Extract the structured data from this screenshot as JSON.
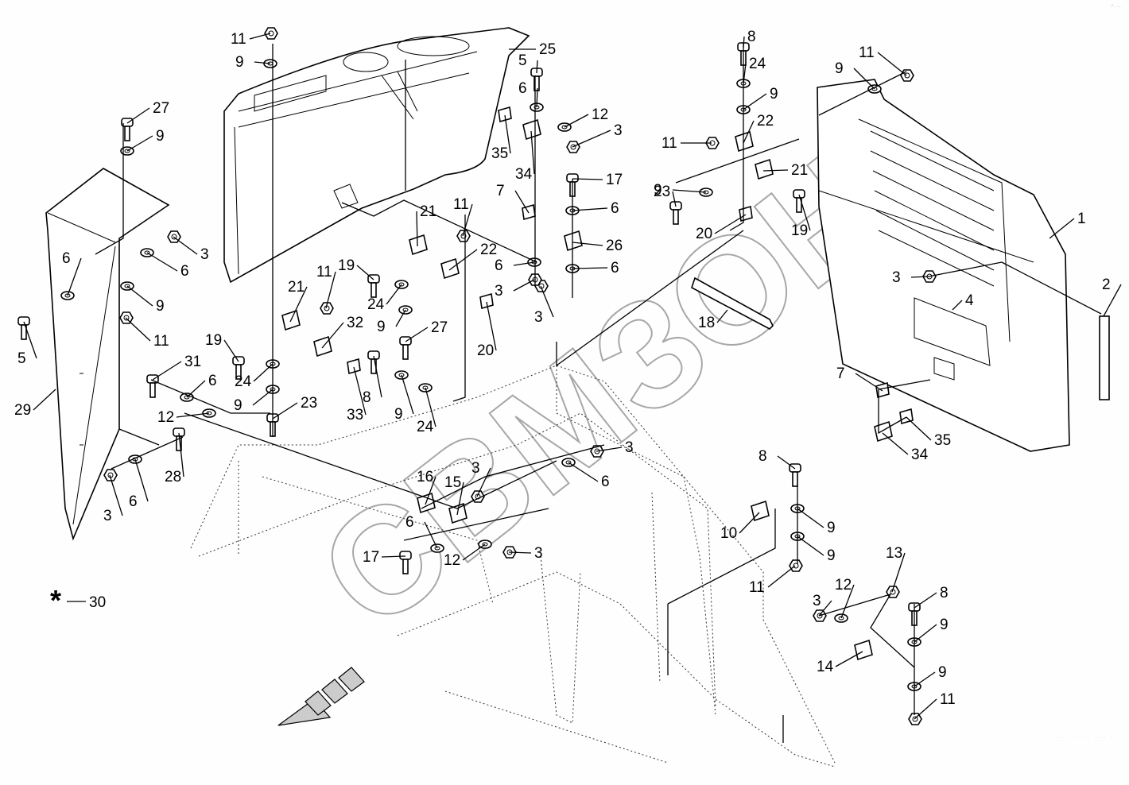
{
  "diagram": {
    "title": "Hood / engine cover assembly exploded parts diagram",
    "watermark": "СВМЗОН",
    "legend": {
      "symbol": "*",
      "number": "30"
    },
    "corner_mark": "·°· ···",
    "footer_code": "·· ··· ·· ··· ·",
    "direction_arrow": "front-direction-arrow",
    "callouts": [
      {
        "n": "11"
      },
      {
        "n": "9"
      },
      {
        "n": "25"
      },
      {
        "n": "5"
      },
      {
        "n": "6"
      },
      {
        "n": "12"
      },
      {
        "n": "3"
      },
      {
        "n": "35"
      },
      {
        "n": "34"
      },
      {
        "n": "27"
      },
      {
        "n": "9"
      },
      {
        "n": "3"
      },
      {
        "n": "6"
      },
      {
        "n": "6"
      },
      {
        "n": "9"
      },
      {
        "n": "11"
      },
      {
        "n": "5"
      },
      {
        "n": "29"
      },
      {
        "n": "8"
      },
      {
        "n": "24"
      },
      {
        "n": "9"
      },
      {
        "n": "22"
      },
      {
        "n": "11"
      },
      {
        "n": "21"
      },
      {
        "n": "9"
      },
      {
        "n": "23"
      },
      {
        "n": "19"
      },
      {
        "n": "20"
      },
      {
        "n": "17"
      },
      {
        "n": "6"
      },
      {
        "n": "26"
      },
      {
        "n": "6"
      },
      {
        "n": "3"
      },
      {
        "n": "7"
      },
      {
        "n": "6"
      },
      {
        "n": "3"
      },
      {
        "n": "18"
      },
      {
        "n": "11"
      },
      {
        "n": "9"
      },
      {
        "n": "1"
      },
      {
        "n": "2"
      },
      {
        "n": "3"
      },
      {
        "n": "4"
      },
      {
        "n": "7"
      },
      {
        "n": "35"
      },
      {
        "n": "34"
      },
      {
        "n": "21"
      },
      {
        "n": "11"
      },
      {
        "n": "22"
      },
      {
        "n": "20"
      },
      {
        "n": "19"
      },
      {
        "n": "24"
      },
      {
        "n": "9"
      },
      {
        "n": "27"
      },
      {
        "n": "21"
      },
      {
        "n": "11"
      },
      {
        "n": "32"
      },
      {
        "n": "19"
      },
      {
        "n": "24"
      },
      {
        "n": "9"
      },
      {
        "n": "23"
      },
      {
        "n": "33"
      },
      {
        "n": "8"
      },
      {
        "n": "9"
      },
      {
        "n": "24"
      },
      {
        "n": "31"
      },
      {
        "n": "6"
      },
      {
        "n": "12"
      },
      {
        "n": "28"
      },
      {
        "n": "3"
      },
      {
        "n": "6"
      },
      {
        "n": "3"
      },
      {
        "n": "3"
      },
      {
        "n": "6"
      },
      {
        "n": "16"
      },
      {
        "n": "15"
      },
      {
        "n": "6"
      },
      {
        "n": "17"
      },
      {
        "n": "12"
      },
      {
        "n": "3"
      },
      {
        "n": "8"
      },
      {
        "n": "10"
      },
      {
        "n": "9"
      },
      {
        "n": "9"
      },
      {
        "n": "11"
      },
      {
        "n": "13"
      },
      {
        "n": "3"
      },
      {
        "n": "12"
      },
      {
        "n": "8"
      },
      {
        "n": "9"
      },
      {
        "n": "14"
      },
      {
        "n": "9"
      },
      {
        "n": "11"
      }
    ]
  }
}
